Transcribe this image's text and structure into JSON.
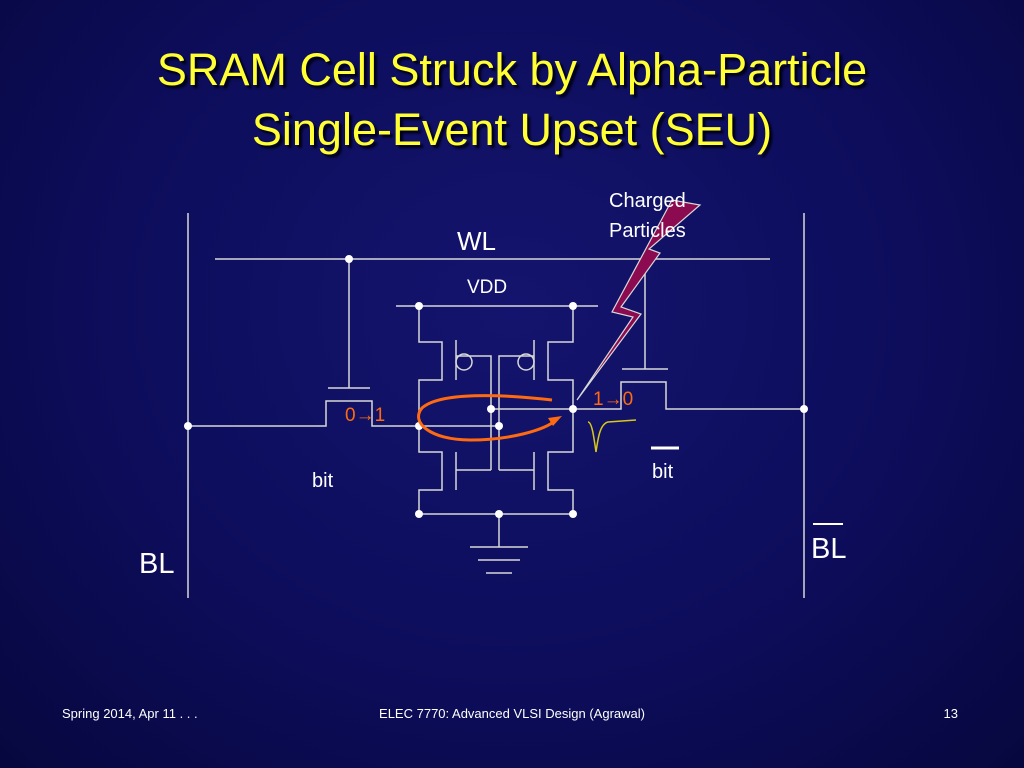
{
  "slide": {
    "title_line1": "SRAM Cell Struck by Alpha-Particle",
    "title_line2": "Single-Event Upset (SEU)"
  },
  "diagram": {
    "charged_line1": "Charged",
    "charged_line2": "Particles",
    "wl": "WL",
    "vdd": "VDD",
    "trans_left": "0→1",
    "trans_right": "1→0",
    "bit": "bit",
    "bit_bar": "bit",
    "bl": "BL",
    "bl_bar": "BL"
  },
  "colors": {
    "background": "#0d0d5c",
    "title": "#ffff33",
    "wire": "#dcdcdc",
    "particle": "#8b0a50",
    "arrow": "#ff6a10",
    "pulse": "#d8c81a"
  },
  "footer": {
    "left": "Spring 2014, Apr 11 . . .",
    "center": "ELEC 7770: Advanced VLSI Design (Agrawal)",
    "right": "13"
  }
}
